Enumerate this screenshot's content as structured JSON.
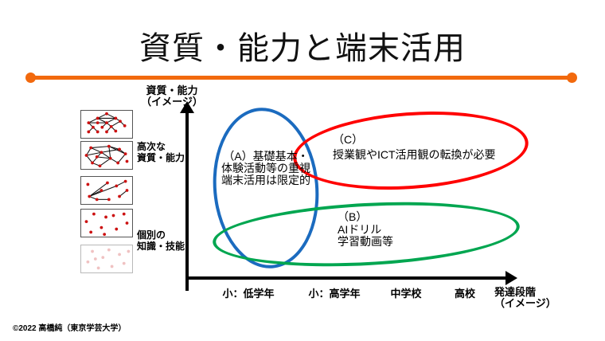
{
  "slide": {
    "title": "資質・能力と端末活用",
    "copyright": "©2022 高橋純（東京学芸大学）"
  },
  "axes": {
    "y_label_line1": "資質・能力",
    "y_label_line2": "（イメージ）",
    "x_label_line1": "発達段階",
    "x_label_line2": "（イメージ）",
    "x_ticks": [
      "小：低学年",
      "小：高学年",
      "中学校",
      "高校"
    ]
  },
  "side_labels": {
    "high_order_line1": "高次な",
    "high_order_line2": "資質・能力",
    "individual_line1": "個別の",
    "individual_line2": "知識・技能"
  },
  "ellipses": {
    "a": {
      "id": "A",
      "color": "#1B6BBF",
      "lines": [
        "（A）基礎基本・",
        "体験活動等の重視",
        "端末活用は限定的"
      ]
    },
    "c": {
      "id": "C",
      "color": "#FF0000",
      "lines": [
        "（C）",
        "授業観やICT活用観の転換が必要"
      ]
    },
    "b": {
      "id": "B",
      "color": "#00A650",
      "lines": [
        "（B）",
        "AIドリル",
        "学習動画等"
      ]
    }
  },
  "left_panel": {
    "diagrams": [
      {
        "name": "dense-structured-network"
      },
      {
        "name": "dense-random-network"
      },
      {
        "name": "sparse-network"
      },
      {
        "name": "isolated-dots"
      },
      {
        "name": "faint-isolated-dots"
      }
    ]
  },
  "colors": {
    "accent_line_orange": "#F2690D",
    "ellipse_a_blue": "#1B6BBF",
    "ellipse_b_green": "#00A650",
    "ellipse_c_red": "#FF0000",
    "axis_black": "#000000",
    "dot_red": "#CC1111",
    "dot_faint_pink": "#F0C2C2"
  }
}
